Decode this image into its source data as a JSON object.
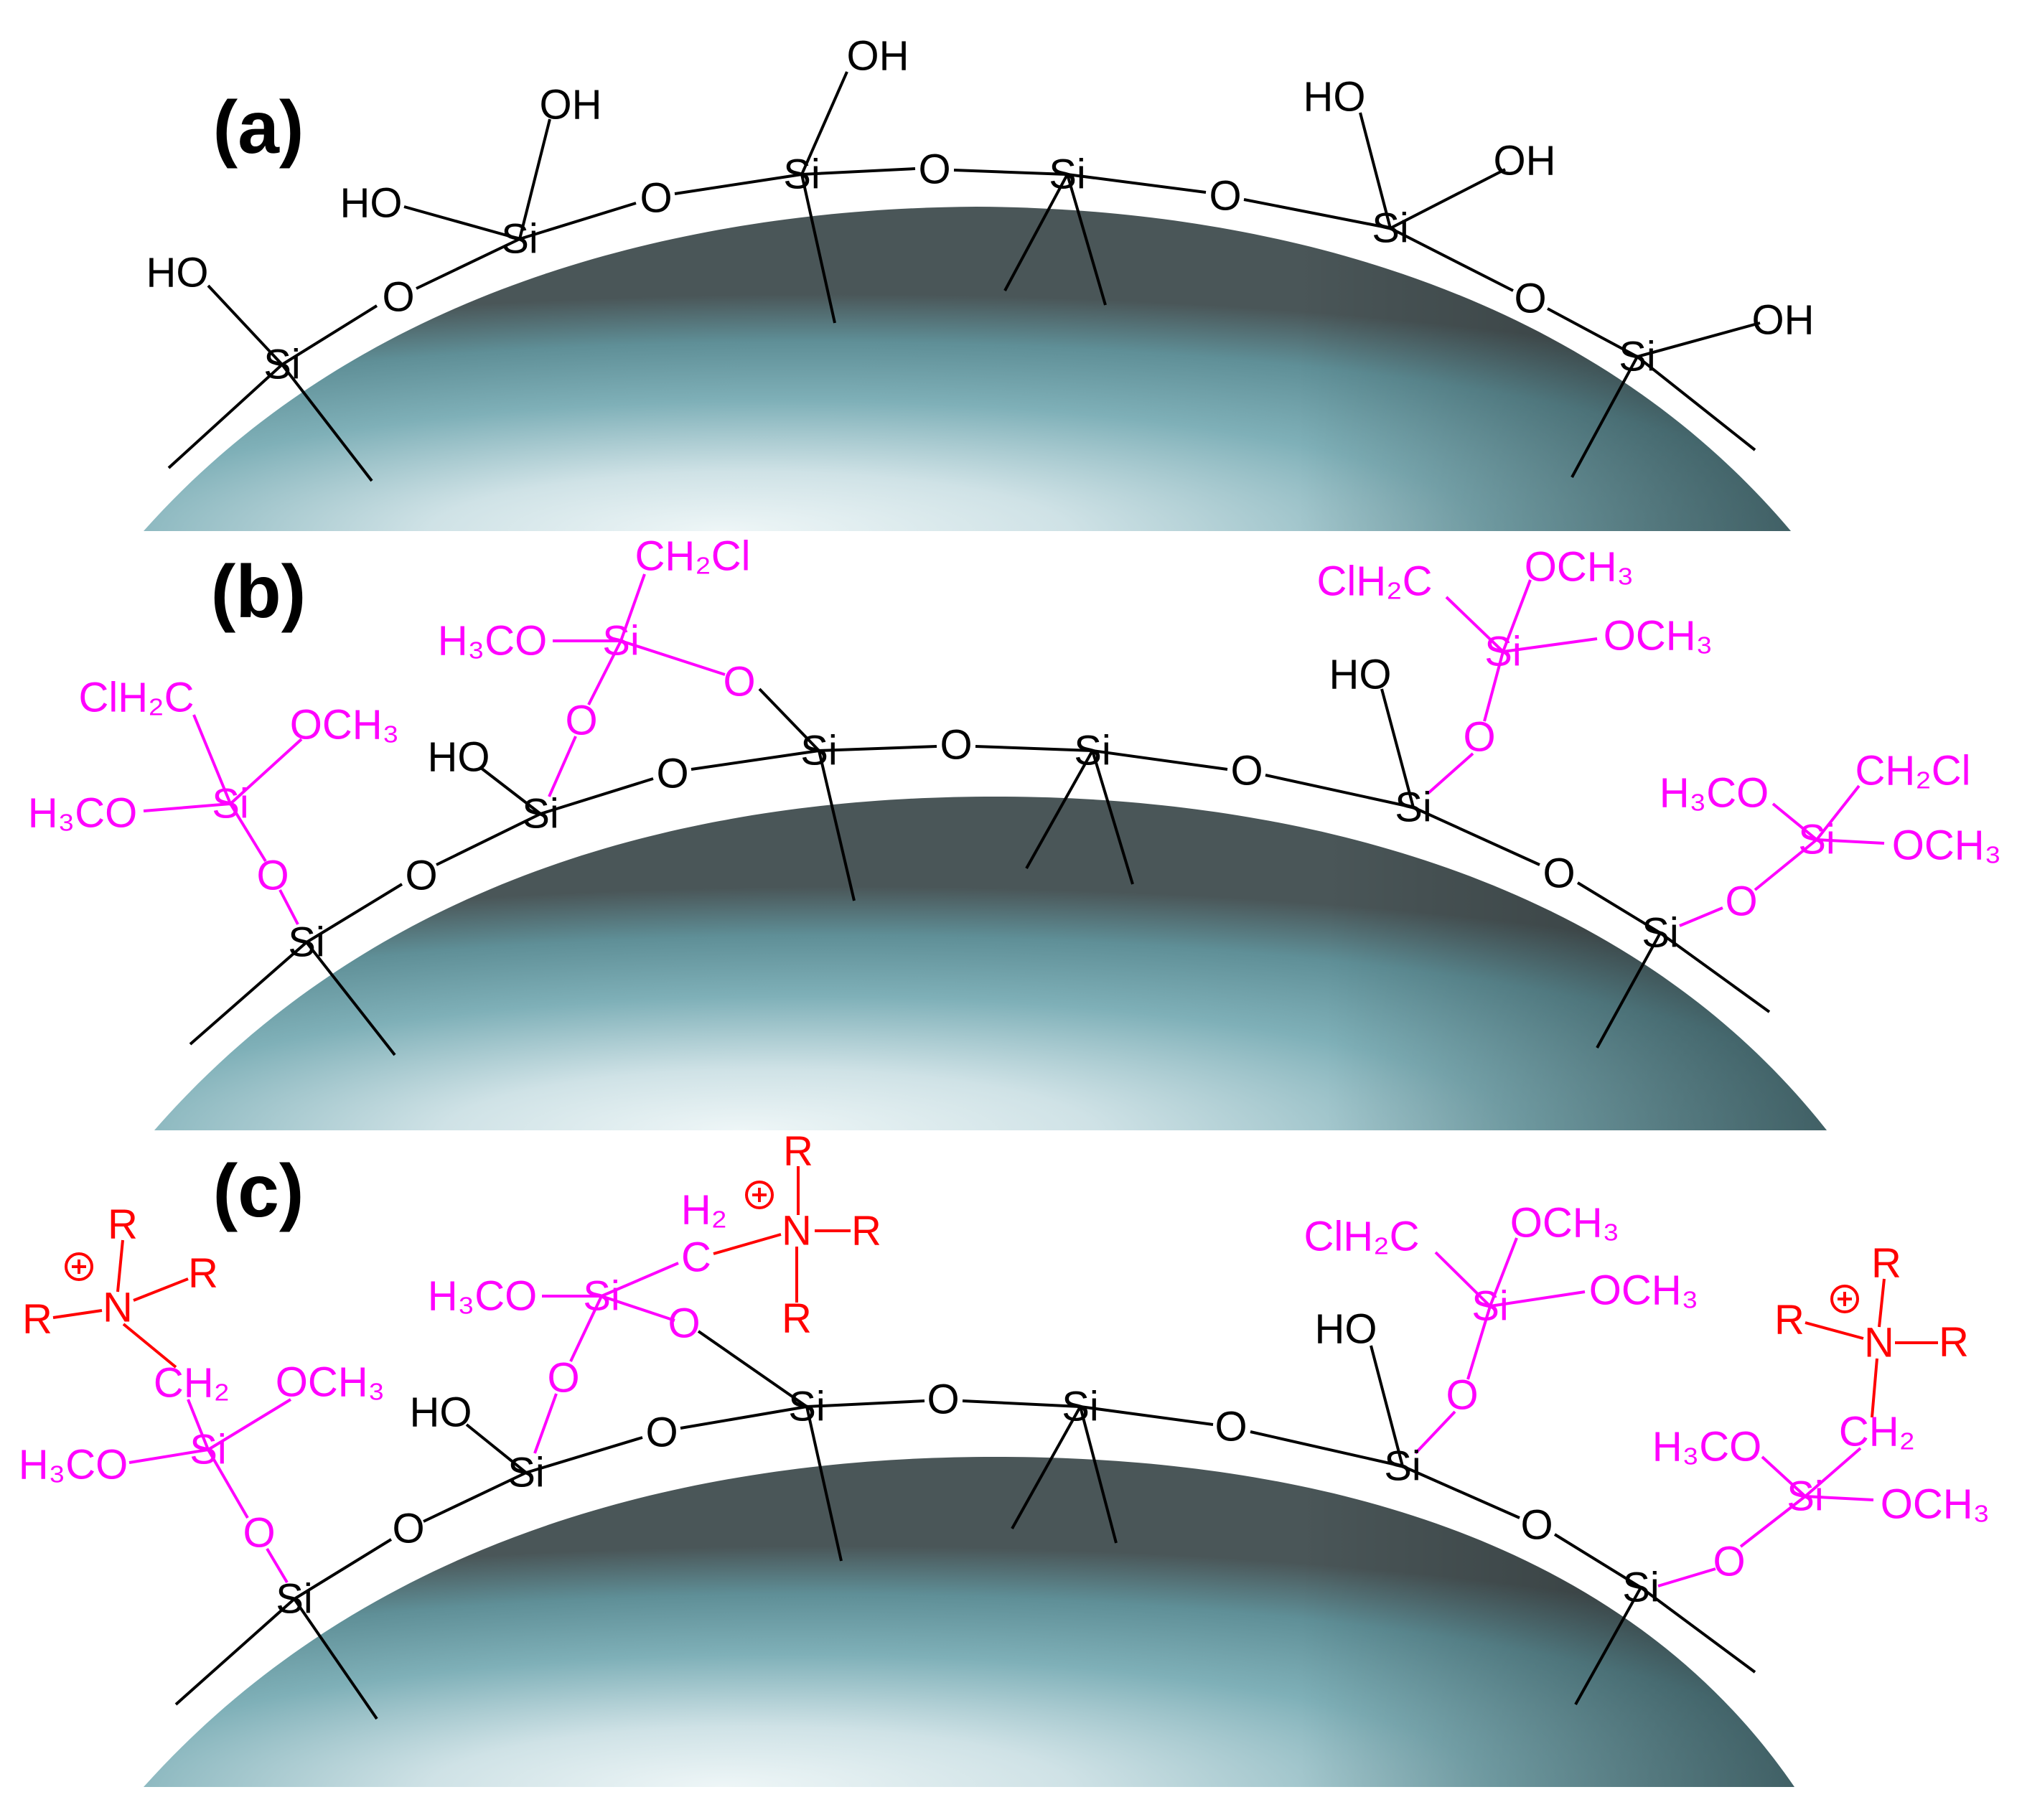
{
  "panels": [
    {
      "label": "(a)",
      "texts": [
        {
          "t": "OH",
          "c": "k",
          "p": [
            [
              1223,
              78,
              0
            ]
          ]
        },
        {
          "t": "OH",
          "c": "k",
          "p": [
            [
              795,
              146,
              0
            ]
          ]
        },
        {
          "t": "HO",
          "c": "k",
          "p": [
            [
              517,
              283,
              0
            ]
          ]
        },
        {
          "t": "HO",
          "c": "k",
          "p": [
            [
              247,
              380,
              0
            ]
          ]
        },
        {
          "t": "Si",
          "c": "k",
          "p": [
            [
              724,
              333,
              0
            ]
          ]
        },
        {
          "t": "Si",
          "c": "k",
          "p": [
            [
              393,
              508,
              0
            ]
          ]
        },
        {
          "t": "Si",
          "c": "k",
          "p": [
            [
              1117,
              243,
              0
            ]
          ]
        },
        {
          "t": "Si",
          "c": "k",
          "p": [
            [
              1487,
              243,
              0
            ]
          ]
        },
        {
          "t": "Si",
          "c": "k",
          "p": [
            [
              1937,
              318,
              0
            ]
          ]
        },
        {
          "t": "Si",
          "c": "k",
          "p": [
            [
              2281,
              497,
              0
            ]
          ]
        },
        {
          "t": "O",
          "c": "k",
          "p": [
            [
              914,
              276,
              0
            ]
          ]
        },
        {
          "t": "O",
          "c": "k",
          "p": [
            [
              555,
              414,
              0
            ]
          ]
        },
        {
          "t": "O",
          "c": "k",
          "p": [
            [
              1302,
              236,
              0
            ]
          ]
        },
        {
          "t": "O",
          "c": "k",
          "p": [
            [
              1707,
              273,
              0
            ]
          ]
        },
        {
          "t": "O",
          "c": "k",
          "p": [
            [
              2132,
              416,
              0
            ]
          ]
        },
        {
          "t": "HO",
          "c": "k",
          "p": [
            [
              1859,
              135,
              0
            ]
          ]
        },
        {
          "t": "OH",
          "c": "k",
          "p": [
            [
              2124,
              224,
              0
            ]
          ]
        },
        {
          "t": "OH",
          "c": "k",
          "p": [
            [
              2484,
              446,
              0
            ]
          ]
        }
      ]
    },
    {
      "label": "(b)",
      "texts": [
        {
          "t": "CH₂Cl",
          "c": "m",
          "p": [
            [
              965,
              775,
              0
            ]
          ]
        },
        {
          "t": "H₃CO",
          "c": "m",
          "p": [
            [
              686,
              893,
              0
            ]
          ]
        },
        {
          "t": "Si",
          "c": "m",
          "p": [
            [
              865,
              893,
              0
            ]
          ]
        },
        {
          "t": "O",
          "c": "m",
          "p": [
            [
              1030,
              950,
              0
            ],
            [
              810,
              1004,
              0
            ]
          ]
        },
        {
          "t": "O",
          "c": "k",
          "p": [
            [
              937,
              1078,
              0
            ],
            [
              1332,
              1038,
              0
            ],
            [
              1737,
              1074,
              0
            ],
            [
              2172,
              1217,
              0
            ],
            [
              587,
              1220,
              0
            ]
          ]
        },
        {
          "t": "HO",
          "c": "k",
          "p": [
            [
              639,
              1055,
              0
            ]
          ]
        },
        {
          "t": "Si",
          "c": "k",
          "p": [
            [
              753,
              1134,
              0
            ],
            [
              1141,
              1046,
              0
            ],
            [
              1522,
              1046,
              0
            ],
            [
              1969,
              1125,
              0
            ],
            [
              427,
              1313,
              0
            ],
            [
              2313,
              1300,
              0
            ]
          ]
        },
        {
          "t": "ClH₂C",
          "c": "m",
          "p": [
            [
              190,
              972,
              0
            ]
          ]
        },
        {
          "t": "OCH₃",
          "c": "m",
          "p": [
            [
              480,
              1010,
              0
            ]
          ]
        },
        {
          "t": "H₃CO",
          "c": "m",
          "p": [
            [
              115,
              1133,
              0
            ]
          ]
        },
        {
          "t": "Si",
          "c": "m",
          "p": [
            [
              321,
              1120,
              0
            ]
          ]
        },
        {
          "t": "O",
          "c": "m",
          "p": [
            [
              380,
              1220,
              0
            ]
          ]
        },
        {
          "t": "ClH₂C",
          "c": "m",
          "p": [
            [
              1915,
              810,
              0
            ]
          ]
        },
        {
          "t": "OCH₃",
          "c": "m",
          "p": [
            [
              2200,
              790,
              0
            ]
          ]
        },
        {
          "t": "OCH₃",
          "c": "m",
          "p": [
            [
              2310,
              886,
              0
            ]
          ]
        },
        {
          "t": "Si",
          "c": "m",
          "p": [
            [
              2094,
              908,
              0
            ]
          ]
        },
        {
          "t": "O",
          "c": "m",
          "p": [
            [
              2061,
              1027,
              0
            ]
          ]
        },
        {
          "t": "HO",
          "c": "k",
          "p": [
            [
              1895,
              940,
              0
            ]
          ]
        },
        {
          "t": "H₃CO",
          "c": "m",
          "p": [
            [
              2388,
              1105,
              0
            ]
          ]
        },
        {
          "t": "CH₂Cl",
          "c": "m",
          "p": [
            [
              2665,
              1074,
              0
            ]
          ]
        },
        {
          "t": "Si",
          "c": "m",
          "p": [
            [
              2531,
              1170,
              0
            ]
          ]
        },
        {
          "t": "OCH₃",
          "c": "m",
          "p": [
            [
              2712,
              1178,
              0
            ]
          ]
        },
        {
          "t": "O",
          "c": "m",
          "p": [
            [
              2426,
              1256,
              0
            ]
          ]
        }
      ]
    },
    {
      "label": "(c)",
      "texts": [
        {
          "t": "R",
          "c": "r",
          "p": [
            [
              1112,
              1604,
              0
            ],
            [
              171,
              1706,
              0
            ],
            [
              283,
              1774,
              0
            ],
            [
              52,
              1838,
              0
            ],
            [
              1207,
              1715,
              0
            ],
            [
              1110,
              1837,
              0
            ],
            [
              2628,
              1760,
              0
            ],
            [
              2493,
              1839,
              0
            ],
            [
              2722,
              1870,
              0
            ]
          ]
        },
        {
          "t": "H₂",
          "c": "m",
          "p": [
            [
              981,
              1686,
              0
            ]
          ]
        },
        {
          "t": "N",
          "c": "r",
          "p": [
            [
              1110,
              1715,
              0
            ],
            [
              164,
              1822,
              0
            ],
            [
              2618,
              1871,
              0
            ]
          ]
        },
        {
          "t": "C",
          "c": "m",
          "p": [
            [
              970,
              1752,
              0
            ]
          ]
        },
        {
          "t": "H₃CO",
          "c": "m",
          "p": [
            [
              672,
              1806,
              0
            ]
          ]
        },
        {
          "t": "Si",
          "c": "m",
          "p": [
            [
              838,
              1806,
              0
            ]
          ]
        },
        {
          "t": "O",
          "c": "m",
          "p": [
            [
              953,
              1844,
              0
            ],
            [
              785,
              1920,
              0
            ]
          ]
        },
        {
          "t": "O",
          "c": "k",
          "p": [
            [
              922,
              1996,
              0
            ],
            [
              1314,
              1950,
              0
            ],
            [
              1715,
              1988,
              0
            ],
            [
              2141,
              2125,
              0
            ],
            [
              569,
              2130,
              0
            ]
          ]
        },
        {
          "t": "CH₂",
          "c": "m",
          "p": [
            [
              267,
              1927,
              0
            ]
          ]
        },
        {
          "t": "OCH₃",
          "c": "m",
          "p": [
            [
              460,
              1926,
              0
            ]
          ]
        },
        {
          "t": "H₃CO",
          "c": "m",
          "p": [
            [
              102,
              2041,
              0
            ]
          ]
        },
        {
          "t": "Si",
          "c": "m",
          "p": [
            [
              290,
              2020,
              0
            ]
          ]
        },
        {
          "t": "O",
          "c": "m",
          "p": [
            [
              361,
              2136,
              0
            ]
          ]
        },
        {
          "t": "HO",
          "c": "k",
          "p": [
            [
              614,
              1968,
              0
            ]
          ]
        },
        {
          "t": "Si",
          "c": "k",
          "p": [
            [
              733,
              2052,
              0
            ],
            [
              1124,
              1960,
              0
            ],
            [
              1505,
              1960,
              0
            ],
            [
              1954,
              2043,
              0
            ],
            [
              410,
              2228,
              0
            ],
            [
              2286,
              2212,
              0
            ]
          ]
        },
        {
          "t": "ClH₂C",
          "c": "m",
          "p": [
            [
              1897,
              1723,
              0
            ]
          ]
        },
        {
          "t": "OCH₃",
          "c": "m",
          "p": [
            [
              2180,
              1704,
              0
            ]
          ]
        },
        {
          "t": "OCH₃",
          "c": "m",
          "p": [
            [
              2290,
              1798,
              0
            ]
          ]
        },
        {
          "t": "Si",
          "c": "m",
          "p": [
            [
              2076,
              1820,
              0
            ]
          ]
        },
        {
          "t": "O",
          "c": "m",
          "p": [
            [
              2037,
              1944,
              0
            ]
          ]
        },
        {
          "t": "HO",
          "c": "k",
          "p": [
            [
              1875,
              1852,
              0
            ]
          ]
        },
        {
          "t": "CH₂",
          "c": "m",
          "p": [
            [
              2615,
              1995,
              0
            ]
          ]
        },
        {
          "t": "H₃CO",
          "c": "m",
          "p": [
            [
              2378,
              2016,
              0
            ]
          ]
        },
        {
          "t": "Si",
          "c": "m",
          "p": [
            [
              2515,
              2085,
              0
            ]
          ]
        },
        {
          "t": "OCH₃",
          "c": "m",
          "p": [
            [
              2696,
              2096,
              0
            ]
          ]
        },
        {
          "t": "O",
          "c": "m",
          "p": [
            [
              2409,
              2176,
              0
            ]
          ]
        }
      ]
    }
  ],
  "colors": {
    "black": "#000000",
    "magenta": "#ff00ff",
    "red": "#ff0000",
    "sphere_light": "#e8f2f4",
    "sphere_teal": "#6ea6b0",
    "sphere_dark": "#4a5456"
  }
}
